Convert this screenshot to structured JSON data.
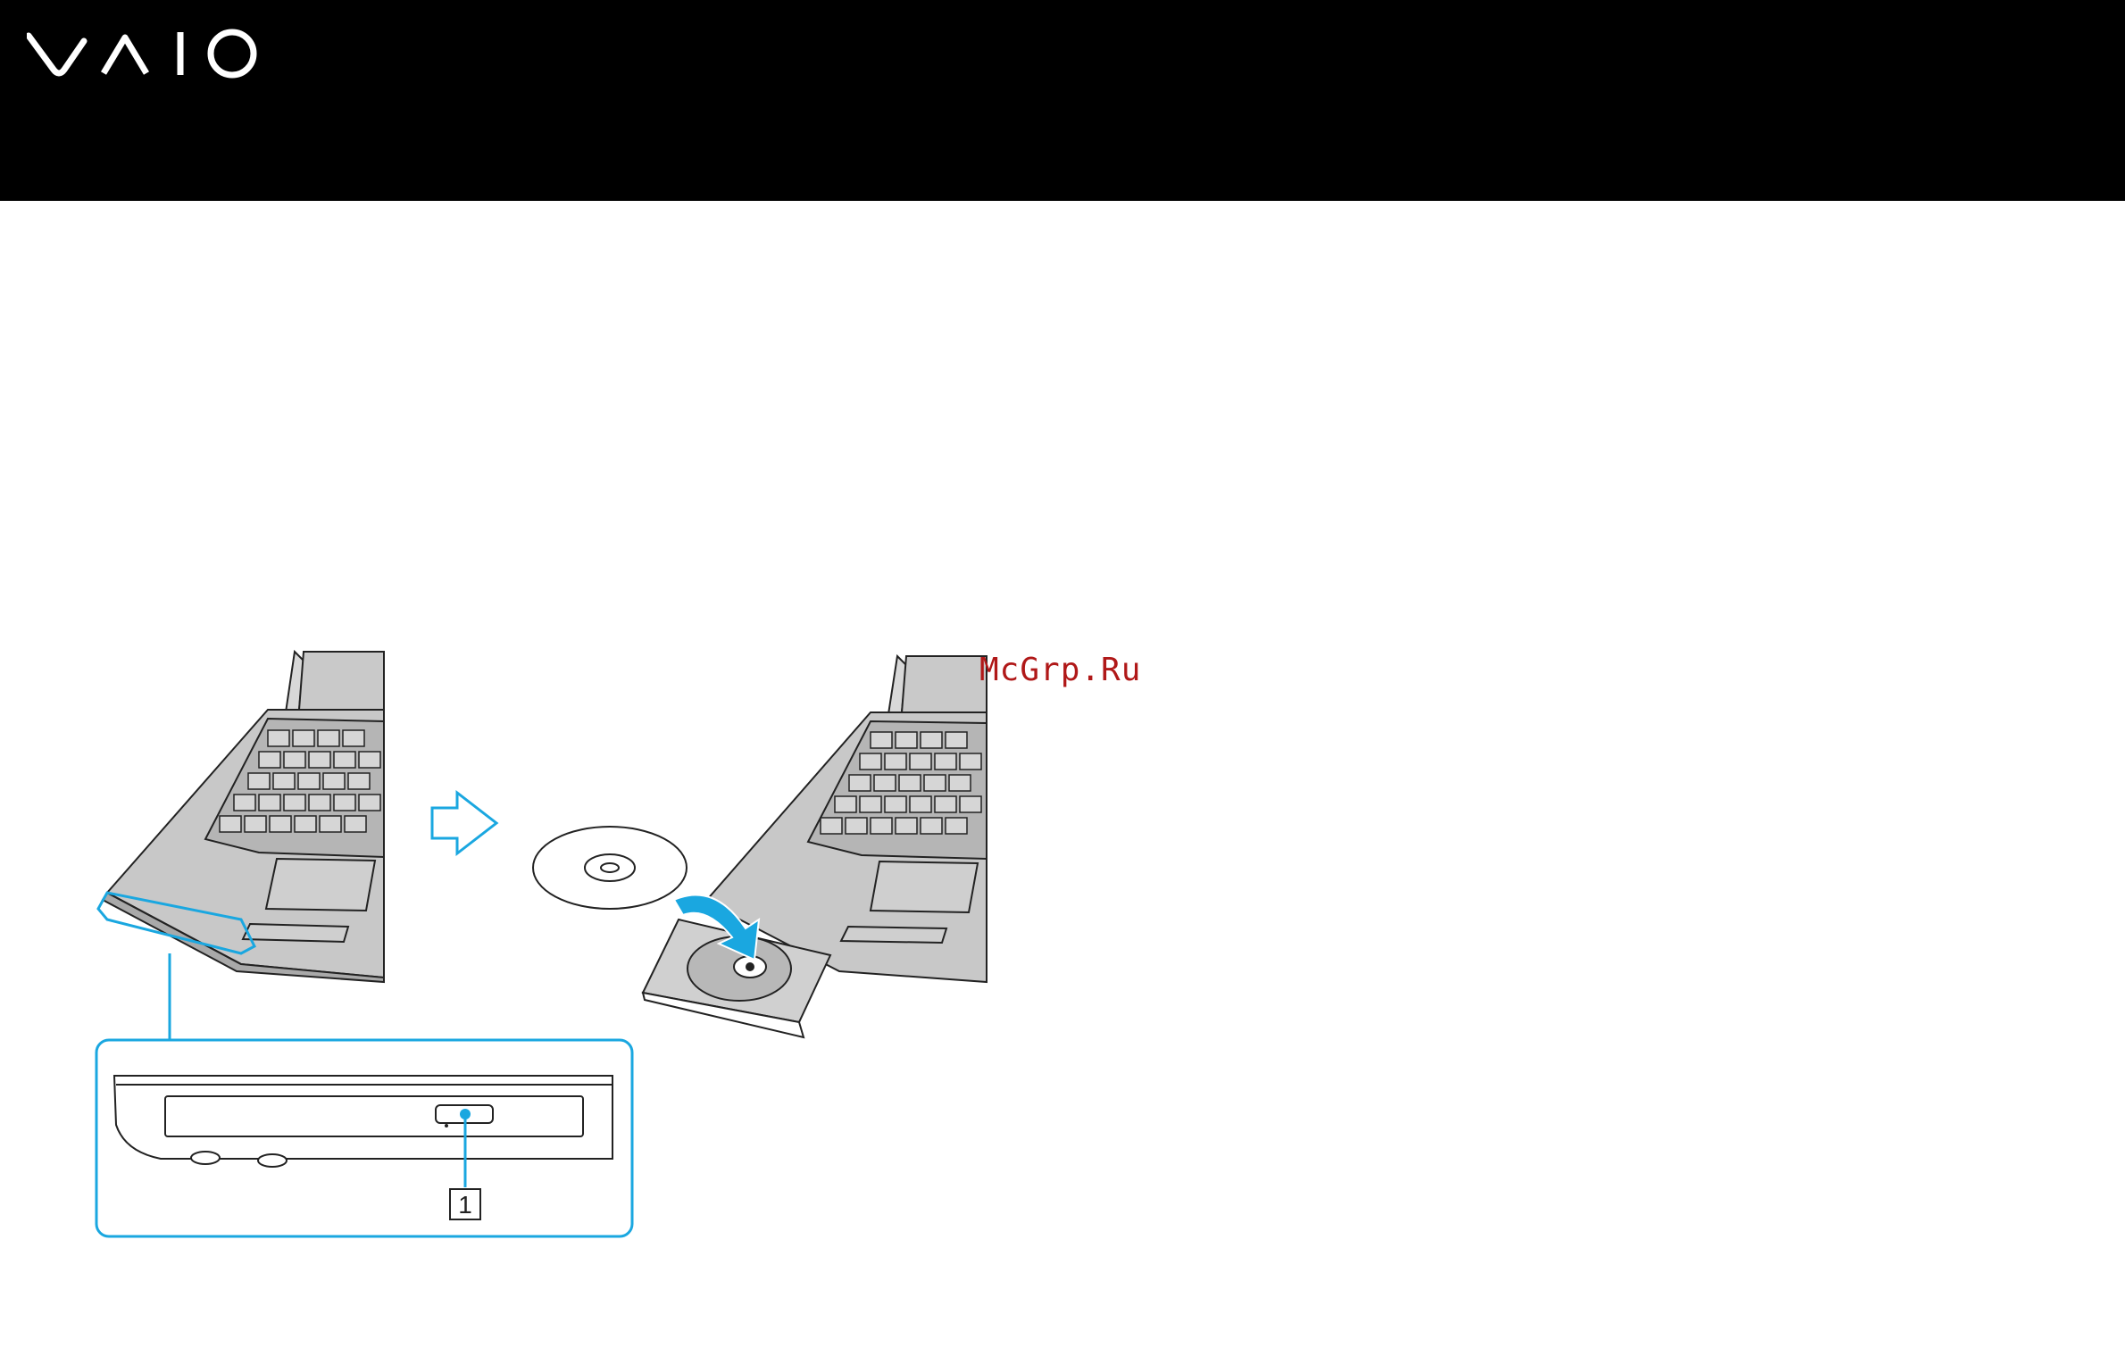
{
  "header": {
    "logo_text": "VAIO",
    "background_color": "#000000",
    "logo_color": "#ffffff"
  },
  "illustration": {
    "callout_number": "1",
    "accent_color": "#1aa7e0",
    "icons": [
      "laptop-icon",
      "arrow-right-icon",
      "disc-icon",
      "insert-arrow-icon",
      "disc-tray-icon",
      "drive-eject-button-icon"
    ]
  },
  "watermark": {
    "text": "McGrp.Ru",
    "color": "#b01818"
  }
}
